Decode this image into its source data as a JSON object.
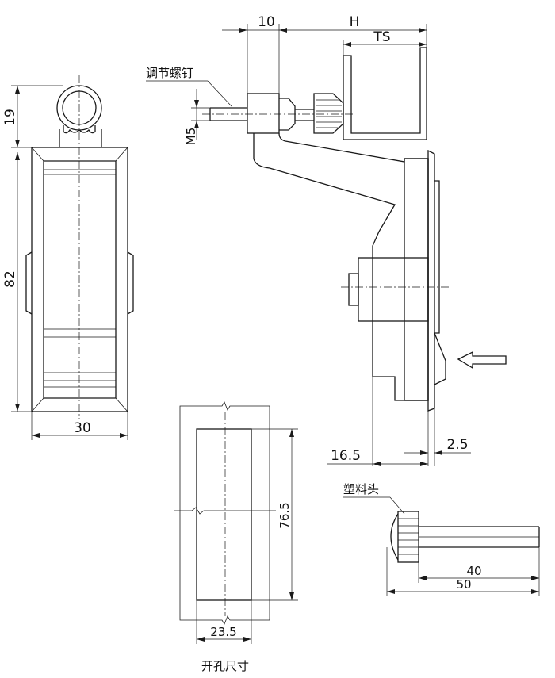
{
  "dimensions": {
    "d_19": "19",
    "d_82": "82",
    "d_30": "30",
    "d_10": "10",
    "d_H": "H",
    "d_TS": "TS",
    "d_M5": "M5",
    "d_16_5": "16.5",
    "d_2_5": "2.5",
    "d_76_5": "76.5",
    "d_23_5": "23.5",
    "d_40": "40",
    "d_50": "50"
  },
  "labels": {
    "adjust_screw": "调节螺钉",
    "plastic_head": "塑料头",
    "cutout_size": "开孔尺寸"
  }
}
